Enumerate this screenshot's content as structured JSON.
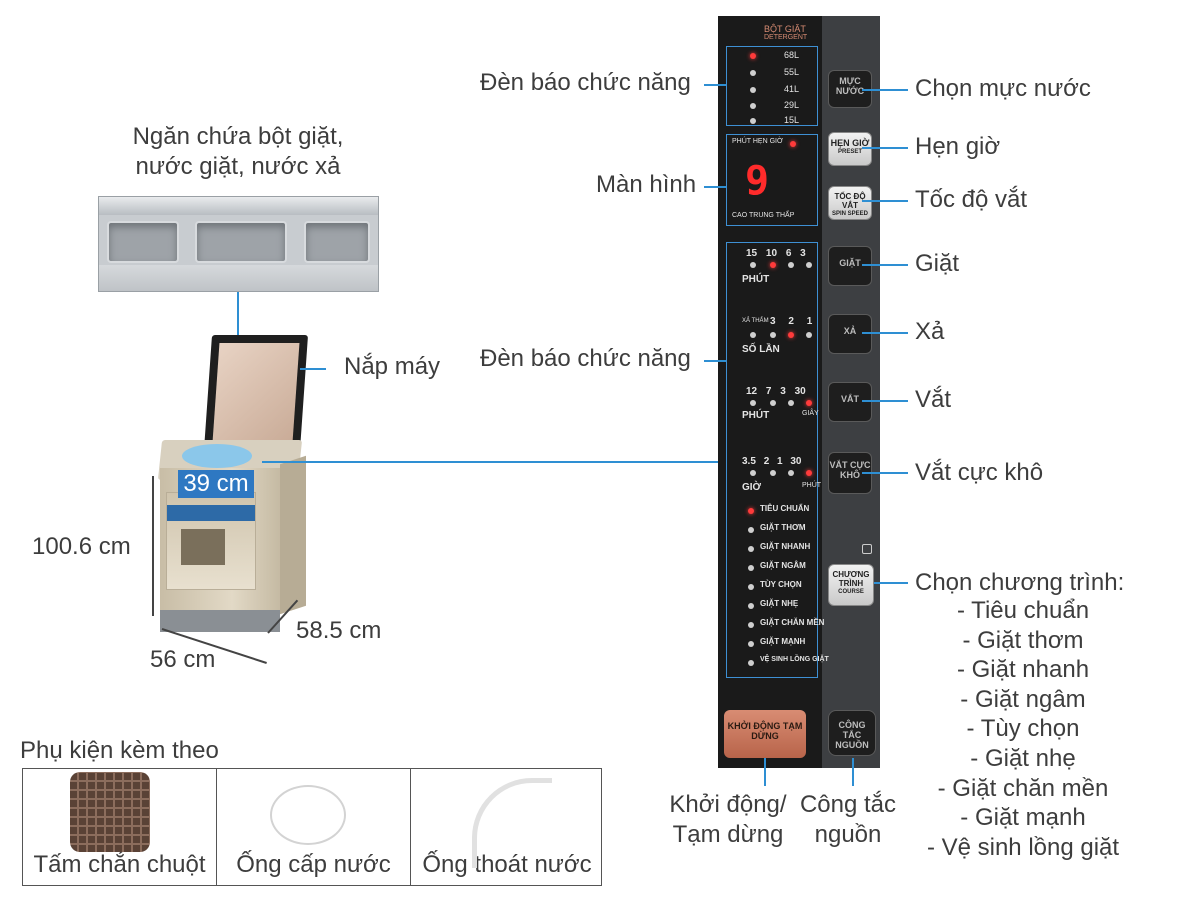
{
  "left": {
    "drawer_label_line1": "Ngăn chứa bột giặt,",
    "drawer_label_line2": "nước giặt, nước xả",
    "lid_label": "Nắp máy",
    "depth_label": "39 cm",
    "height_label": "100.6 cm",
    "width_label": "56  cm",
    "side_label": "58.5 cm"
  },
  "accessories": {
    "title": "Phụ kiện kèm theo",
    "items": [
      {
        "label": "Tấm chắn chuột",
        "icon": "mouse-guard-icon"
      },
      {
        "label": "Ống cấp nước",
        "icon": "inlet-hose-icon"
      },
      {
        "label": "Ống thoát nước",
        "icon": "drain-hose-icon"
      }
    ]
  },
  "callouts_left": {
    "indicator_top": "Đèn báo chức năng",
    "display": "Màn hình",
    "indicator_mid": "Đèn báo chức năng",
    "start_line1": "Khởi động/",
    "start_line2": "Tạm dừng",
    "power_line1": "Công tắc",
    "power_line2": "nguồn"
  },
  "callouts_right": {
    "water_level": "Chọn mực nước",
    "preset": "Hẹn giờ",
    "spin_speed": "Tốc độ vắt",
    "wash": "Giặt",
    "rinse": "Xả",
    "spin": "Vắt",
    "dry": "Vắt cực khô",
    "program_title": "Chọn chương trình:",
    "programs": [
      "- Tiêu chuẩn",
      "- Giặt thơm",
      "- Giặt nhanh",
      "- Giặt ngâm",
      "- Tùy chọn",
      "- Giặt nhẹ",
      "- Giặt chăn mền",
      "- Giặt mạnh",
      "- Vệ sinh lồng giặt"
    ]
  },
  "panel": {
    "header": "BỘT GIẶT",
    "header_sub": "DETERGENT",
    "levels": [
      "68L",
      "55L",
      "41L",
      "29L",
      "15L"
    ],
    "display_digit": "9",
    "display_top": "PHÚT   HẸN GIỜ",
    "display_bottom": "CAO  TRUNG  THẤP",
    "wash_times": [
      "15",
      "10",
      "6",
      "3"
    ],
    "wash_unit": "PHÚT",
    "rinse_times": [
      "3",
      "2",
      "1"
    ],
    "rinse_soak": "XẢ THẤM",
    "rinse_unit": "SỐ LẦN",
    "spin_times": [
      "12",
      "7",
      "3",
      "30"
    ],
    "spin_unit": "PHÚT",
    "spin_unit2": "GIÂY",
    "dry_times": [
      "3.5",
      "2",
      "1",
      "30"
    ],
    "dry_unit": "GIỜ",
    "dry_unit2": "PHÚT",
    "programs": [
      "TIÊU CHUẨN",
      "GIẶT THƠM",
      "GIẶT NHANH",
      "GIẶT NGÂM",
      "TÙY CHỌN",
      "GIẶT NHẸ",
      "GIẶT CHĂN MỀN",
      "GIẶT MẠNH",
      "VỆ SINH LỒNG GIẶT"
    ],
    "btn_water": "MỰC NƯỚC",
    "btn_preset": "HẸN GIỜ",
    "btn_preset_sub": "PRESET",
    "btn_spin_speed": "TỐC ĐỘ VẮT",
    "btn_spin_speed_sub": "SPIN SPEED",
    "btn_wash": "GIẶT",
    "btn_rinse": "XẢ",
    "btn_spin": "VẮT",
    "btn_dry": "VẮT CỰC KHÔ",
    "btn_program": "CHƯƠNG TRÌNH",
    "btn_program_sub": "COURSE",
    "btn_start": "KHỞI ĐỘNG TẠM DỪNG",
    "btn_power": "CÔNG TẮC NGUỒN"
  },
  "colors": {
    "accent": "#2e8fd3",
    "panel": "#1a1a1a",
    "led_on": "#ff3b3b"
  }
}
